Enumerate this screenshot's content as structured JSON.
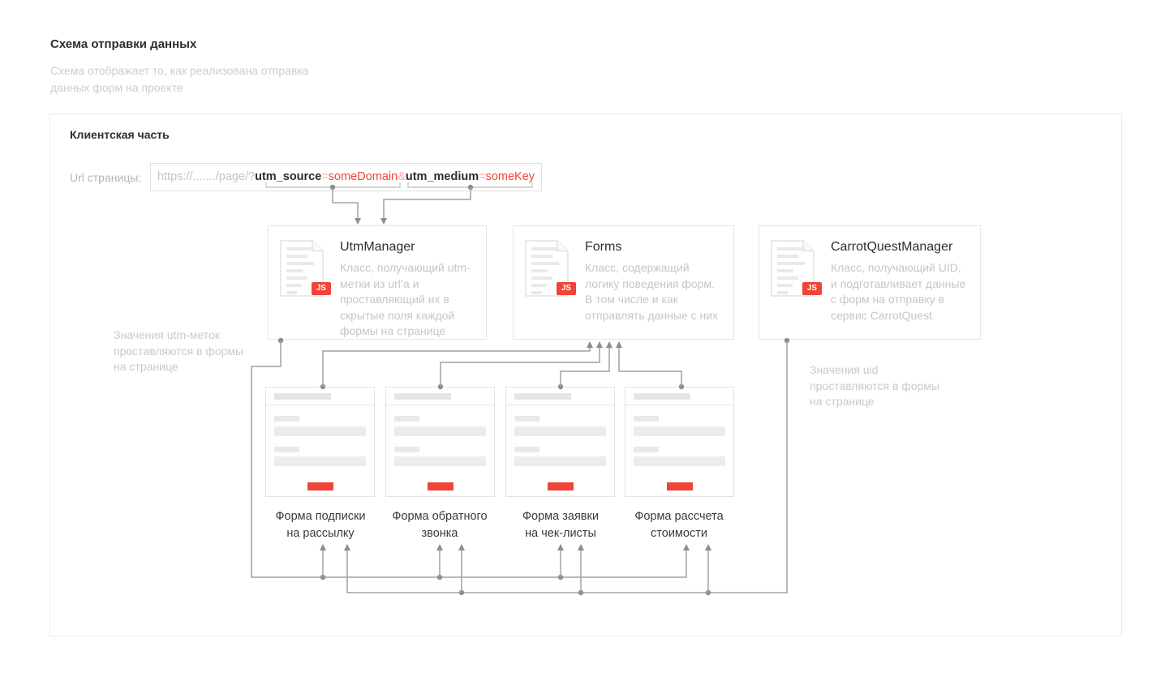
{
  "colors": {
    "accent_red": "#ef4437",
    "value_red": "#ef4437",
    "param_pink": "#f3aca6",
    "line_gray": "#a2a2a2",
    "dot_gray": "#8d8d8d"
  },
  "header": {
    "title": "Схема отправки данных",
    "subtitle": "Схема отображает то, как реализована отправка\nданных форм на проекте"
  },
  "client_area": {
    "label": "Клиентская часть"
  },
  "url_bar": {
    "label": "Url страницы:",
    "segments": [
      {
        "text": "https://......./page/?",
        "type": "muted"
      },
      {
        "text": "utm_source",
        "type": "param"
      },
      {
        "text": "=",
        "type": "eq"
      },
      {
        "text": "someDomain",
        "type": "value"
      },
      {
        "text": "&",
        "type": "amp"
      },
      {
        "text": "utm_medium",
        "type": "param"
      },
      {
        "text": "=",
        "type": "eq"
      },
      {
        "text": "someKey",
        "type": "value"
      }
    ]
  },
  "classes": [
    {
      "name": "UtmManager",
      "badge": "JS",
      "description": "Класс, получающий utm-\nметки из url’а и\nпроставляющий их в\nскрытые поля каждой\nформы на странице"
    },
    {
      "name": "Forms",
      "badge": "JS",
      "description": "Класс, содержащий\nлогику поведения форм.\nВ том числе и как\nотправлять данные с них"
    },
    {
      "name": "CarrotQuestManager",
      "badge": "JS",
      "description": "Класс, получающий UID,\nи подготавливает данные\nс форм на отправку в\nсервис CarrotQuest"
    }
  ],
  "notes": {
    "left": "Значения utm-меток\nпроставляются в формы\nна странице",
    "right": "Значения uid\nпроставляются в формы\nна странице"
  },
  "forms": [
    {
      "label": "Форма подписки\nна рассылку"
    },
    {
      "label": "Форма обратного\nзвонка"
    },
    {
      "label": "Форма заявки\nна чек-листы"
    },
    {
      "label": "Форма рассчета\nстоимости"
    }
  ]
}
